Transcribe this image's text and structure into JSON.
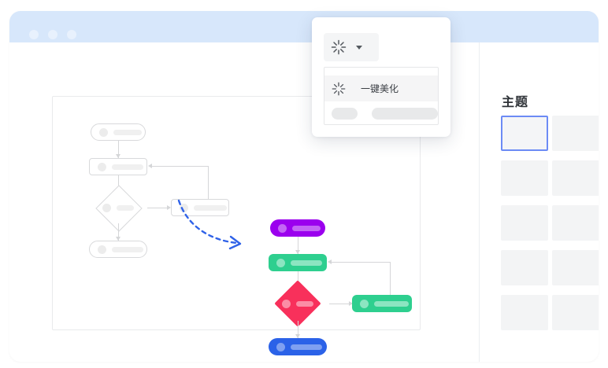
{
  "window": {
    "titlebar": {
      "color": "#d7e7fb",
      "dots": [
        "window-dot-1",
        "window-dot-2",
        "window-dot-3"
      ]
    }
  },
  "popup": {
    "trigger": {
      "icon": "magic-burst-icon",
      "caret": "chevron-down-icon"
    },
    "menu": {
      "items": [
        {
          "icon": "magic-burst-icon",
          "label": "一键美化"
        }
      ],
      "skeleton_row": {
        "pill_a": "",
        "pill_b": ""
      }
    }
  },
  "sidepanel": {
    "title": "主题",
    "themes": [
      {
        "selected": true
      },
      {
        "selected": false
      },
      {
        "selected": false
      },
      {
        "selected": false
      },
      {
        "selected": false
      },
      {
        "selected": false
      },
      {
        "selected": false
      },
      {
        "selected": false
      },
      {
        "selected": false
      },
      {
        "selected": false
      }
    ],
    "selected_border_color": "#6c8bf5",
    "swatch_color": "#f3f4f5"
  },
  "canvas": {
    "plain_flow": {
      "nodes": [
        {
          "name": "start-node",
          "shape": "rounded"
        },
        {
          "name": "process-node",
          "shape": "rect"
        },
        {
          "name": "decision-node",
          "shape": "diamond"
        },
        {
          "name": "branch-node",
          "shape": "rect"
        },
        {
          "name": "end-node",
          "shape": "rounded"
        }
      ],
      "stroke": "#d8d9db",
      "fill": "#ffffff"
    },
    "styled_flow": {
      "nodes": [
        {
          "name": "start-node",
          "shape": "rounded",
          "color": "#9b00ee"
        },
        {
          "name": "process-node",
          "shape": "rect",
          "color": "#2ecf8f"
        },
        {
          "name": "decision-node",
          "shape": "diamond",
          "color": "#f8305b"
        },
        {
          "name": "branch-node",
          "shape": "rect",
          "color": "#2ecf8f"
        },
        {
          "name": "end-node",
          "shape": "rounded",
          "color": "#2b62e8"
        }
      ]
    },
    "transform_arrow": {
      "name": "dashed-transform-arrow",
      "color": "#2f62e8",
      "style": "dashed-curved"
    }
  }
}
